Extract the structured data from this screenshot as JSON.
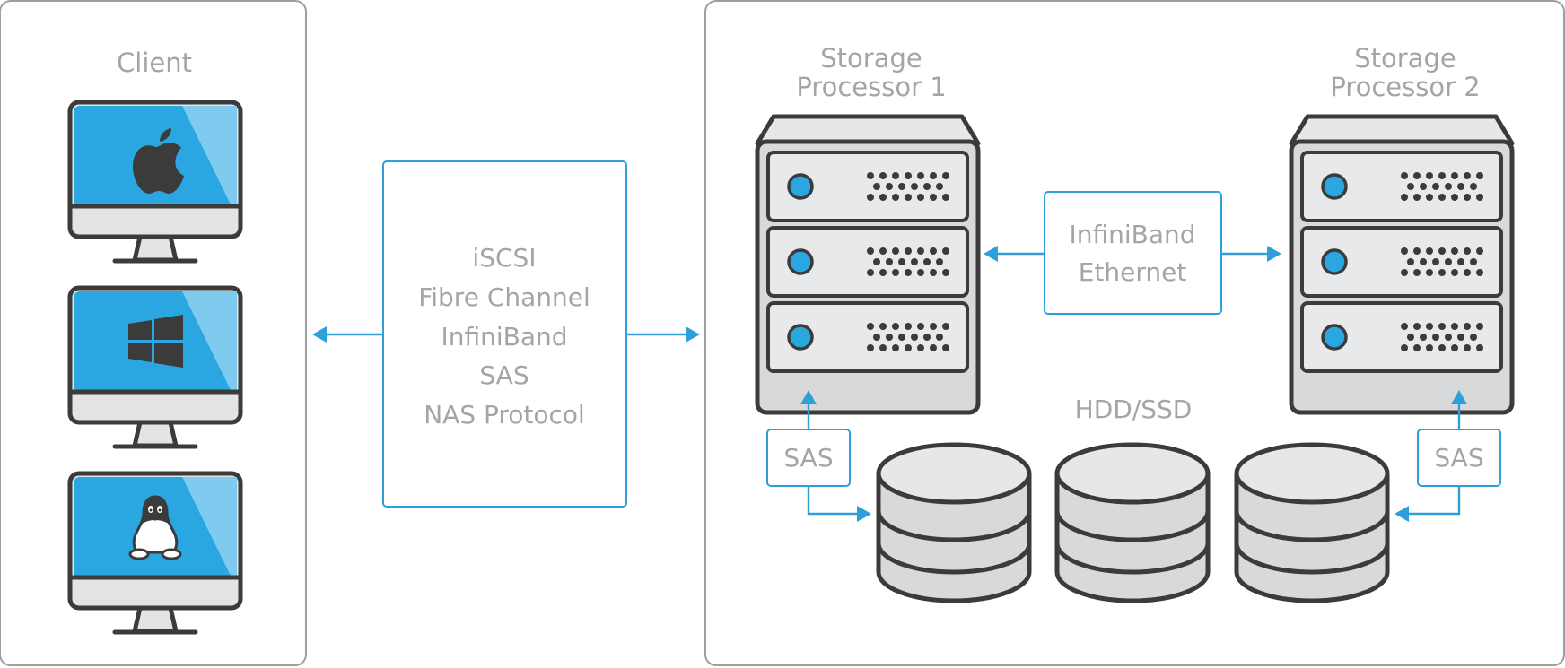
{
  "client": {
    "title": "Client",
    "monitors": [
      {
        "os_icon": "apple-icon"
      },
      {
        "os_icon": "windows-icon"
      },
      {
        "os_icon": "linux-icon"
      }
    ]
  },
  "protocols": {
    "items": [
      "iSCSI",
      "Fibre Channel",
      "InfiniBand",
      "SAS",
      "NAS Protocol"
    ]
  },
  "storage": {
    "sp1": {
      "line1": "Storage",
      "line2": "Processor 1"
    },
    "sp2": {
      "line1": "Storage",
      "line2": "Processor 2"
    },
    "interconnect": {
      "line1": "InfiniBand",
      "line2": "Ethernet"
    },
    "drives_label": "HDD/SSD",
    "sas_left": "SAS",
    "sas_right": "SAS"
  },
  "colors": {
    "accent": "#2e9fd9",
    "outline": "#3b3b3c",
    "panel_border": "#9d9fa1",
    "text": "#a3a5a7"
  }
}
